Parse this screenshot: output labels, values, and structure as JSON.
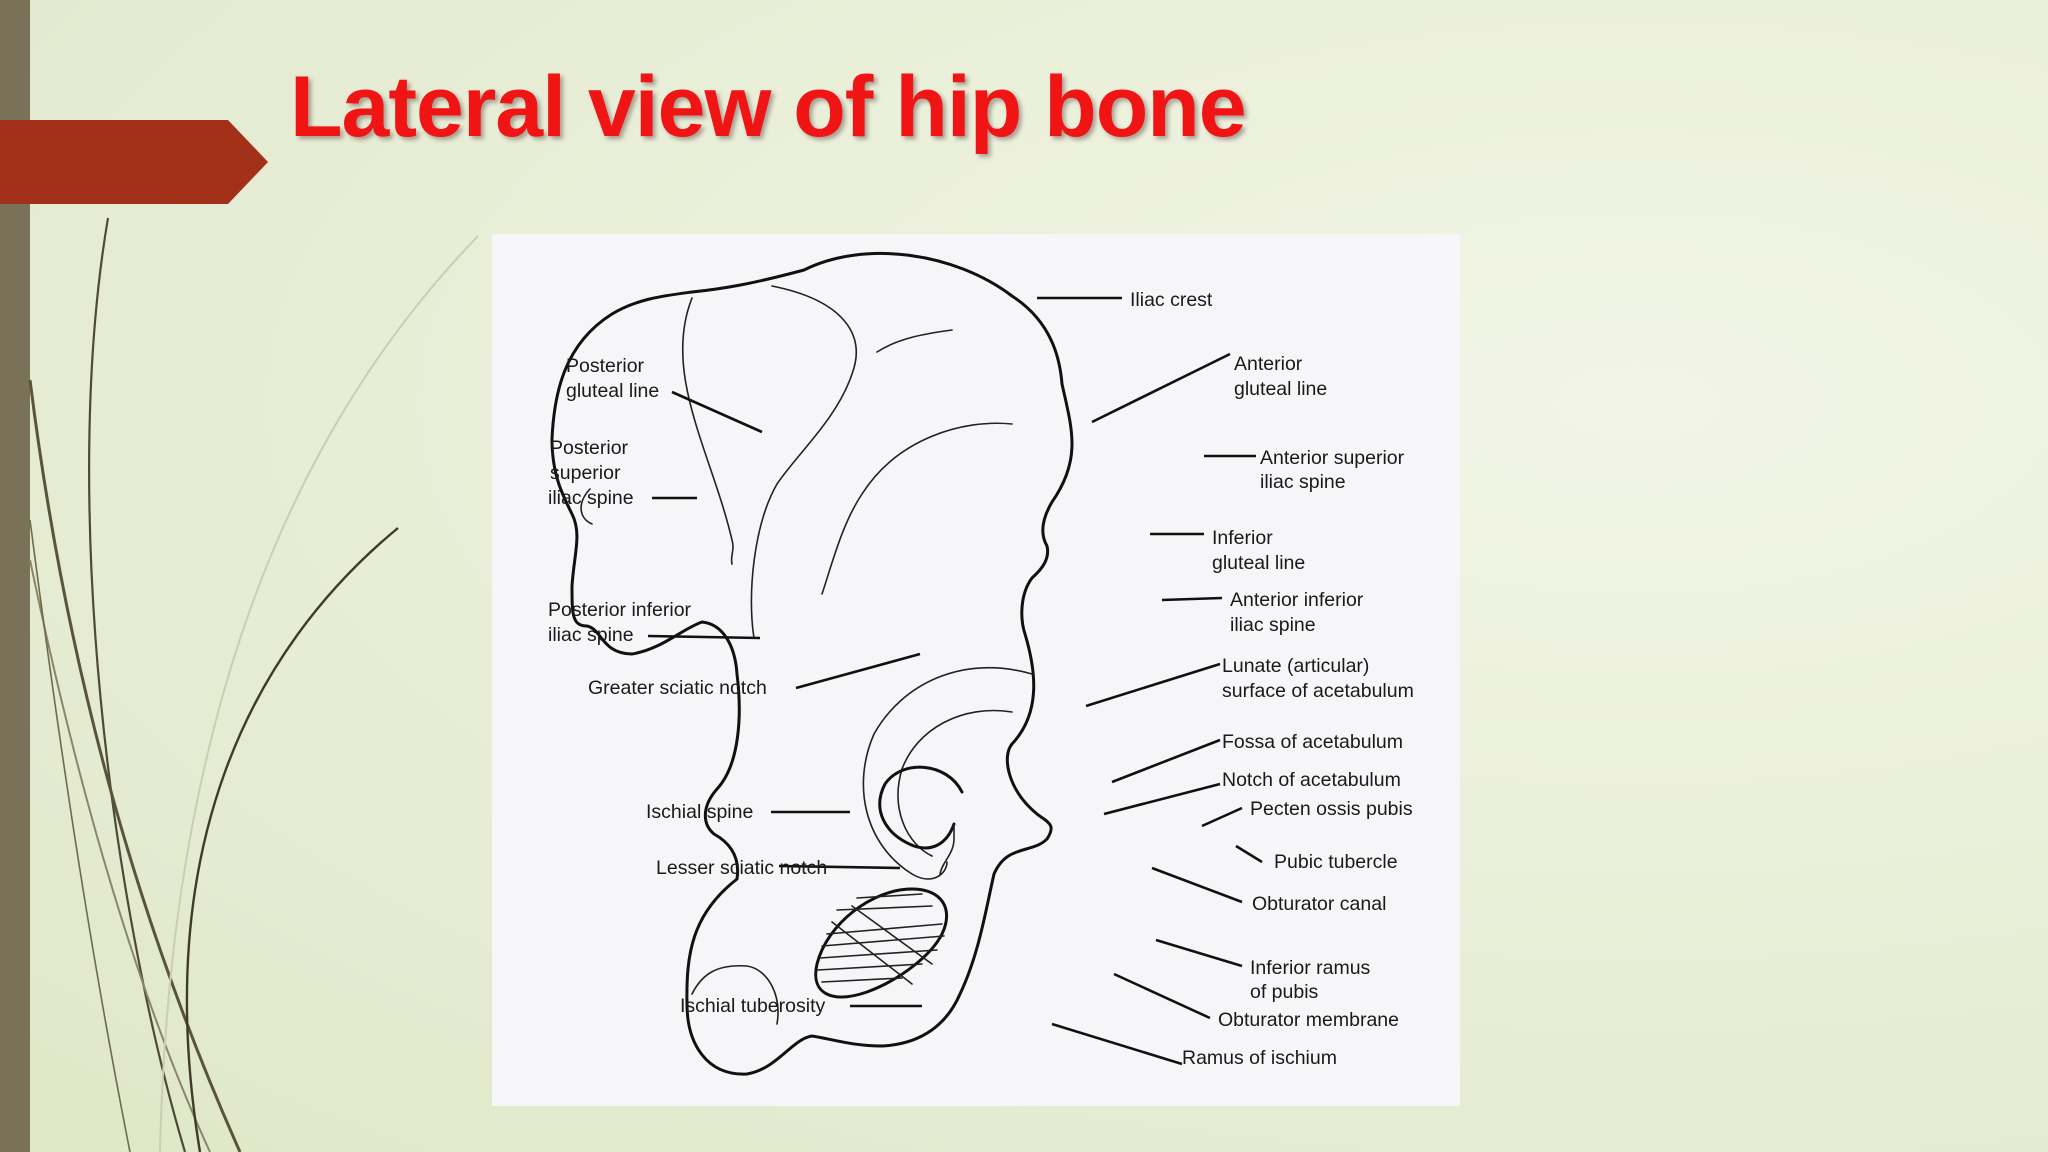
{
  "slide": {
    "title": "Lateral view of hip bone"
  },
  "colors": {
    "title": "#f01414",
    "accent_arrow": "#a33119",
    "left_bar": "#7a7258",
    "background": "#e8eed6"
  },
  "labels": [
    {
      "id": "iliac-crest",
      "lines": [
        "Iliac crest"
      ]
    },
    {
      "id": "posterior-gluteal-line",
      "lines": [
        "Posterior",
        "gluteal line"
      ]
    },
    {
      "id": "anterior-gluteal-line",
      "lines": [
        "Anterior",
        "gluteal line"
      ]
    },
    {
      "id": "posterior-superior-iliac-spine",
      "lines": [
        "Posterior",
        "superior",
        "iliac spine"
      ]
    },
    {
      "id": "anterior-superior-iliac-spine",
      "lines": [
        "Anterior superior",
        "iliac spine"
      ]
    },
    {
      "id": "inferior-gluteal-line",
      "lines": [
        "Inferior",
        "gluteal line"
      ]
    },
    {
      "id": "posterior-inferior-iliac-spine",
      "lines": [
        "Posterior inferior",
        "iliac spine"
      ]
    },
    {
      "id": "anterior-inferior-iliac-spine",
      "lines": [
        "Anterior inferior",
        "iliac spine"
      ]
    },
    {
      "id": "greater-sciatic-notch",
      "lines": [
        "Greater sciatic notch"
      ]
    },
    {
      "id": "lunate-surface",
      "lines": [
        "Lunate (articular)",
        "surface of acetabulum"
      ]
    },
    {
      "id": "fossa-of-acetabulum",
      "lines": [
        "Fossa of acetabulum"
      ]
    },
    {
      "id": "notch-of-acetabulum",
      "lines": [
        "Notch of acetabulum"
      ]
    },
    {
      "id": "pecten-ossis-pubis",
      "lines": [
        "Pecten ossis pubis"
      ]
    },
    {
      "id": "ischial-spine",
      "lines": [
        "Ischial spine"
      ]
    },
    {
      "id": "pubic-tubercle",
      "lines": [
        "Pubic tubercle"
      ]
    },
    {
      "id": "lesser-sciatic-notch",
      "lines": [
        "Lesser sciatic notch"
      ]
    },
    {
      "id": "obturator-canal",
      "lines": [
        "Obturator canal"
      ]
    },
    {
      "id": "inferior-ramus-of-pubis",
      "lines": [
        "Inferior ramus",
        "of pubis"
      ]
    },
    {
      "id": "ischial-tuberosity",
      "lines": [
        "Ischial tuberosity"
      ]
    },
    {
      "id": "obturator-membrane",
      "lines": [
        "Obturator membrane"
      ]
    },
    {
      "id": "ramus-of-ischium",
      "lines": [
        "Ramus of ischium"
      ]
    }
  ]
}
